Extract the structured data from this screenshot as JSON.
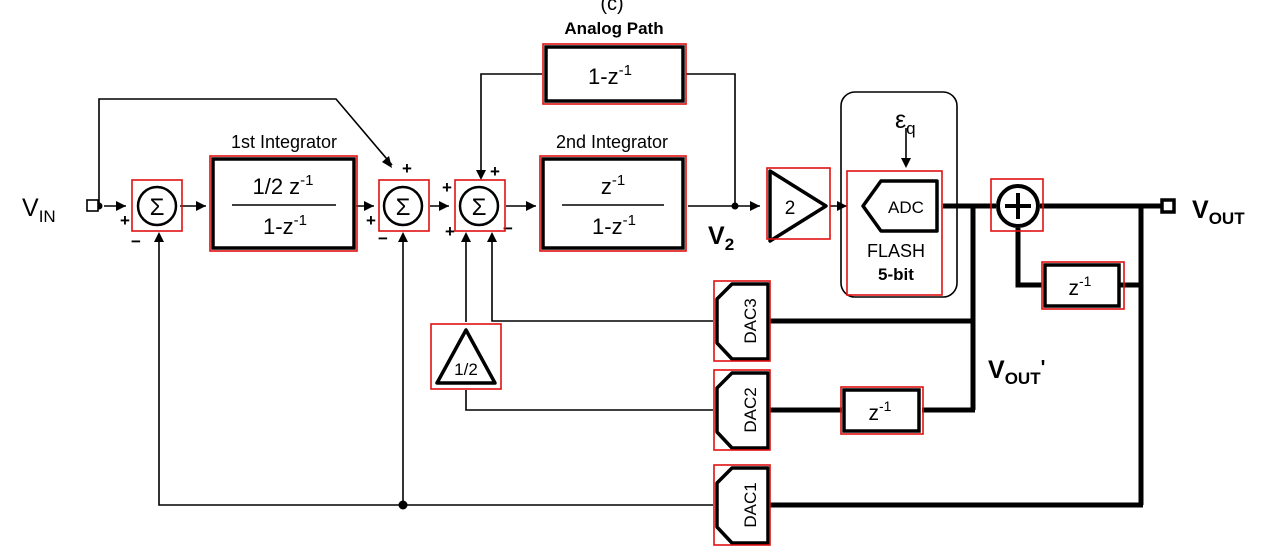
{
  "top_label": "(c)",
  "input_label": {
    "main": "V",
    "sub": "IN"
  },
  "output_label": {
    "main": "V",
    "sub": "OUT"
  },
  "output_prime_label": {
    "main": "V",
    "sub": "OUT",
    "prime": "'"
  },
  "v2_label": {
    "main": "V",
    "sub": "2"
  },
  "analog_path": {
    "title": "Analog Path",
    "base": "1-z",
    "exp": "-1"
  },
  "integrator1": {
    "title": "1st Integrator",
    "num_base": "1/2 z",
    "num_exp": "-1",
    "den_base": "1-z",
    "den_exp": "-1"
  },
  "integrator2": {
    "title": "2nd Integrator",
    "num_base": "z",
    "num_exp": "-1",
    "den_base": "1-z",
    "den_exp": "-1"
  },
  "summer_symbol": "Σ",
  "plus": "+",
  "minus": "−",
  "gain_two": "2",
  "gain_half": "1/2",
  "adc": {
    "label": "ADC",
    "type": "FLASH",
    "bits": "5-bit",
    "noise_main": "ε",
    "noise_sub": "q"
  },
  "delay_out": {
    "base": "z",
    "exp": "-1"
  },
  "delay_dac2": {
    "base": "z",
    "exp": "-1"
  },
  "dacs": [
    "DAC3",
    "DAC2",
    "DAC1"
  ],
  "colors": {
    "line": "#000000",
    "highlight": "#e01010"
  }
}
